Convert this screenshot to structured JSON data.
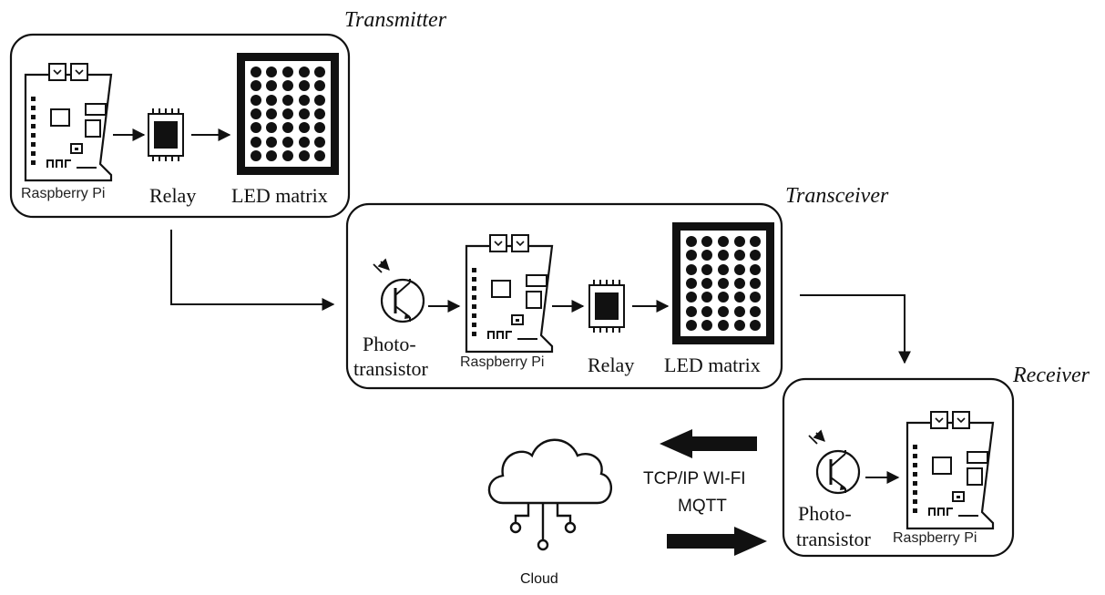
{
  "diagram": {
    "transmitter": {
      "title": "Transmitter",
      "labels": {
        "pi": "Raspberry Pi",
        "relay": "Relay",
        "led": "LED matrix"
      }
    },
    "transceiver": {
      "title": "Transceiver",
      "labels": {
        "photo_line1": "Photo-",
        "photo_line2": "transistor",
        "pi": "Raspberry Pi",
        "relay": "Relay",
        "led": "LED matrix"
      }
    },
    "receiver": {
      "title": "Receiver",
      "labels": {
        "photo_line1": "Photo-",
        "photo_line2": "transistor",
        "pi": "Raspberry Pi"
      }
    },
    "link": {
      "line1": "TCP/IP WI-FI",
      "line2": "MQTT"
    },
    "cloud": {
      "label": "Cloud"
    },
    "colors": {
      "stroke": "#111111",
      "background": "#ffffff"
    }
  }
}
